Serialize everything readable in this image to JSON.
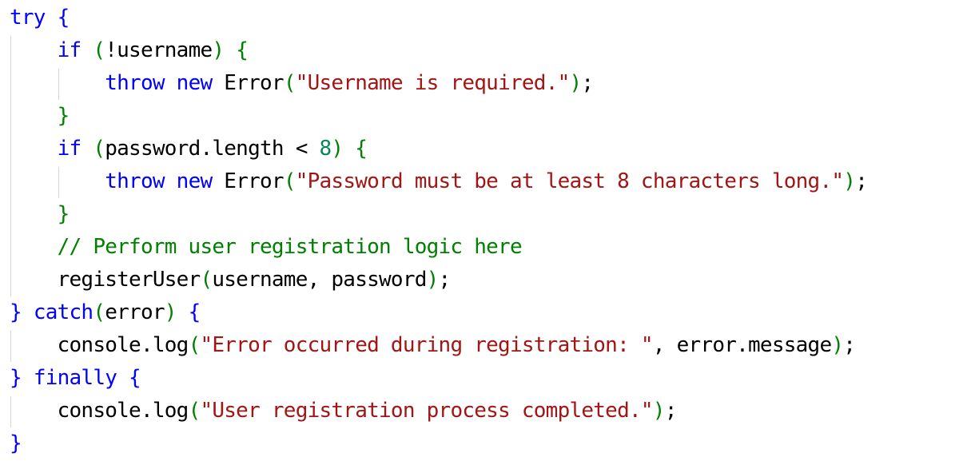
{
  "editor": {
    "language": "javascript",
    "colors": {
      "keyword": "#0000ff",
      "control": "#af00db",
      "string": "#a31515",
      "number": "#098658",
      "comment": "#008000",
      "plain": "#000000",
      "bracket": "#008000",
      "indent_guide": "#d4d4d4",
      "background": "#ffffff"
    },
    "lines": [
      {
        "indent": 0,
        "tokens": [
          {
            "t": "try",
            "c": "kw"
          },
          {
            "t": " ",
            "c": "pl"
          },
          {
            "t": "{",
            "c": "kw"
          }
        ]
      },
      {
        "indent": 1,
        "tokens": [
          {
            "t": "if",
            "c": "kw"
          },
          {
            "t": " ",
            "c": "pl"
          },
          {
            "t": "(",
            "c": "br"
          },
          {
            "t": "!username",
            "c": "pl"
          },
          {
            "t": ")",
            "c": "br"
          },
          {
            "t": " ",
            "c": "pl"
          },
          {
            "t": "{",
            "c": "br"
          }
        ]
      },
      {
        "indent": 2,
        "tokens": [
          {
            "t": "throw",
            "c": "kw"
          },
          {
            "t": " ",
            "c": "pl"
          },
          {
            "t": "new",
            "c": "kw"
          },
          {
            "t": " Error",
            "c": "pl"
          },
          {
            "t": "(",
            "c": "br"
          },
          {
            "t": "\"Username is required.\"",
            "c": "str"
          },
          {
            "t": ")",
            "c": "br"
          },
          {
            "t": ";",
            "c": "pl"
          }
        ]
      },
      {
        "indent": 1,
        "tokens": [
          {
            "t": "}",
            "c": "br"
          }
        ]
      },
      {
        "indent": 1,
        "tokens": [
          {
            "t": "if",
            "c": "kw"
          },
          {
            "t": " ",
            "c": "pl"
          },
          {
            "t": "(",
            "c": "br"
          },
          {
            "t": "password.length < ",
            "c": "pl"
          },
          {
            "t": "8",
            "c": "num"
          },
          {
            "t": ")",
            "c": "br"
          },
          {
            "t": " ",
            "c": "pl"
          },
          {
            "t": "{",
            "c": "br"
          }
        ]
      },
      {
        "indent": 2,
        "tokens": [
          {
            "t": "throw",
            "c": "kw"
          },
          {
            "t": " ",
            "c": "pl"
          },
          {
            "t": "new",
            "c": "kw"
          },
          {
            "t": " Error",
            "c": "pl"
          },
          {
            "t": "(",
            "c": "br"
          },
          {
            "t": "\"Password must be at least 8 characters long.\"",
            "c": "str"
          },
          {
            "t": ")",
            "c": "br"
          },
          {
            "t": ";",
            "c": "pl"
          }
        ]
      },
      {
        "indent": 1,
        "tokens": [
          {
            "t": "}",
            "c": "br"
          }
        ]
      },
      {
        "indent": 1,
        "tokens": [
          {
            "t": "// Perform user registration logic here",
            "c": "cmt"
          }
        ]
      },
      {
        "indent": 1,
        "tokens": [
          {
            "t": "registerUser",
            "c": "pl"
          },
          {
            "t": "(",
            "c": "br"
          },
          {
            "t": "username, password",
            "c": "pl"
          },
          {
            "t": ")",
            "c": "br"
          },
          {
            "t": ";",
            "c": "pl"
          }
        ]
      },
      {
        "indent": 0,
        "tokens": [
          {
            "t": "}",
            "c": "kw"
          },
          {
            "t": " ",
            "c": "pl"
          },
          {
            "t": "catch",
            "c": "kw"
          },
          {
            "t": "(",
            "c": "br"
          },
          {
            "t": "error",
            "c": "pl"
          },
          {
            "t": ")",
            "c": "br"
          },
          {
            "t": " ",
            "c": "pl"
          },
          {
            "t": "{",
            "c": "kw"
          }
        ]
      },
      {
        "indent": 1,
        "tokens": [
          {
            "t": "console.log",
            "c": "pl"
          },
          {
            "t": "(",
            "c": "br"
          },
          {
            "t": "\"Error occurred during registration: \"",
            "c": "str"
          },
          {
            "t": ", error.message",
            "c": "pl"
          },
          {
            "t": ")",
            "c": "br"
          },
          {
            "t": ";",
            "c": "pl"
          }
        ]
      },
      {
        "indent": 0,
        "tokens": [
          {
            "t": "}",
            "c": "kw"
          },
          {
            "t": " ",
            "c": "pl"
          },
          {
            "t": "finally",
            "c": "kw"
          },
          {
            "t": " ",
            "c": "pl"
          },
          {
            "t": "{",
            "c": "kw"
          }
        ]
      },
      {
        "indent": 1,
        "tokens": [
          {
            "t": "console.log",
            "c": "pl"
          },
          {
            "t": "(",
            "c": "br"
          },
          {
            "t": "\"User registration process completed.\"",
            "c": "str"
          },
          {
            "t": ")",
            "c": "br"
          },
          {
            "t": ";",
            "c": "pl"
          }
        ]
      },
      {
        "indent": 0,
        "tokens": [
          {
            "t": "}",
            "c": "kw"
          }
        ]
      }
    ]
  }
}
